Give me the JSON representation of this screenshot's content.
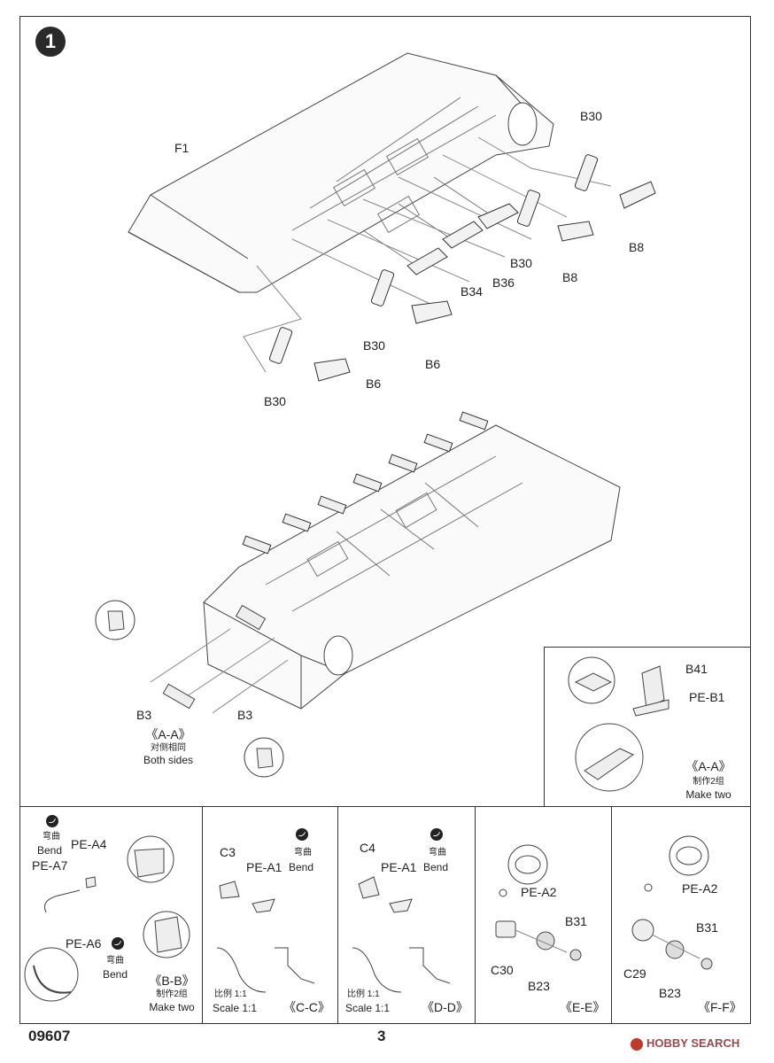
{
  "page": {
    "step_number": "1",
    "product_code": "09607",
    "page_number": "3"
  },
  "main_upper": {
    "labels": {
      "f1": "F1",
      "b30_top": "B30",
      "b8_upper": "B8",
      "b30_mid": "B30",
      "b8_lower": "B8",
      "b34": "B34",
      "b36": "B36",
      "b30_left": "B30",
      "b6_right": "B6",
      "b6_left": "B6",
      "b30_bottom": "B30"
    }
  },
  "main_lower": {
    "labels": {
      "b3_left": "B3",
      "b3_right": "B3"
    },
    "view_a": {
      "title": "《A-A》",
      "cn": "对侧相同",
      "en": "Both sides"
    }
  },
  "inset_aa": {
    "b41": "B41",
    "pe_b1": "PE-B1",
    "title": "《A-A》",
    "cn": "制作2组",
    "en": "Make two"
  },
  "panel_bb": {
    "bend_cn_1": "弯曲",
    "bend_en_1": "Bend",
    "pe_a4": "PE-A4",
    "pe_a7": "PE-A7",
    "pe_a6": "PE-A6",
    "bend_cn_2": "弯曲",
    "bend_en_2": "Bend",
    "title": "《B-B》",
    "cn": "制作2组",
    "en": "Make two"
  },
  "panel_cc": {
    "c3": "C3",
    "pe_a1": "PE-A1",
    "bend_cn": "弯曲",
    "bend_en": "Bend",
    "scale_cn": "比例 1:1",
    "scale_en": "Scale 1:1",
    "title": "《C-C》"
  },
  "panel_dd": {
    "c4": "C4",
    "pe_a1": "PE-A1",
    "bend_cn": "弯曲",
    "bend_en": "Bend",
    "scale_cn": "比例 1:1",
    "scale_en": "Scale 1:1",
    "title": "《D-D》"
  },
  "panel_ee": {
    "pe_a2": "PE-A2",
    "b31": "B31",
    "c30": "C30",
    "b23": "B23",
    "title": "《E-E》"
  },
  "panel_ff": {
    "pe_a2": "PE-A2",
    "b31": "B31",
    "c29": "C29",
    "b23": "B23",
    "title": "《F-F》"
  },
  "watermark": "HOBBY SEARCH"
}
